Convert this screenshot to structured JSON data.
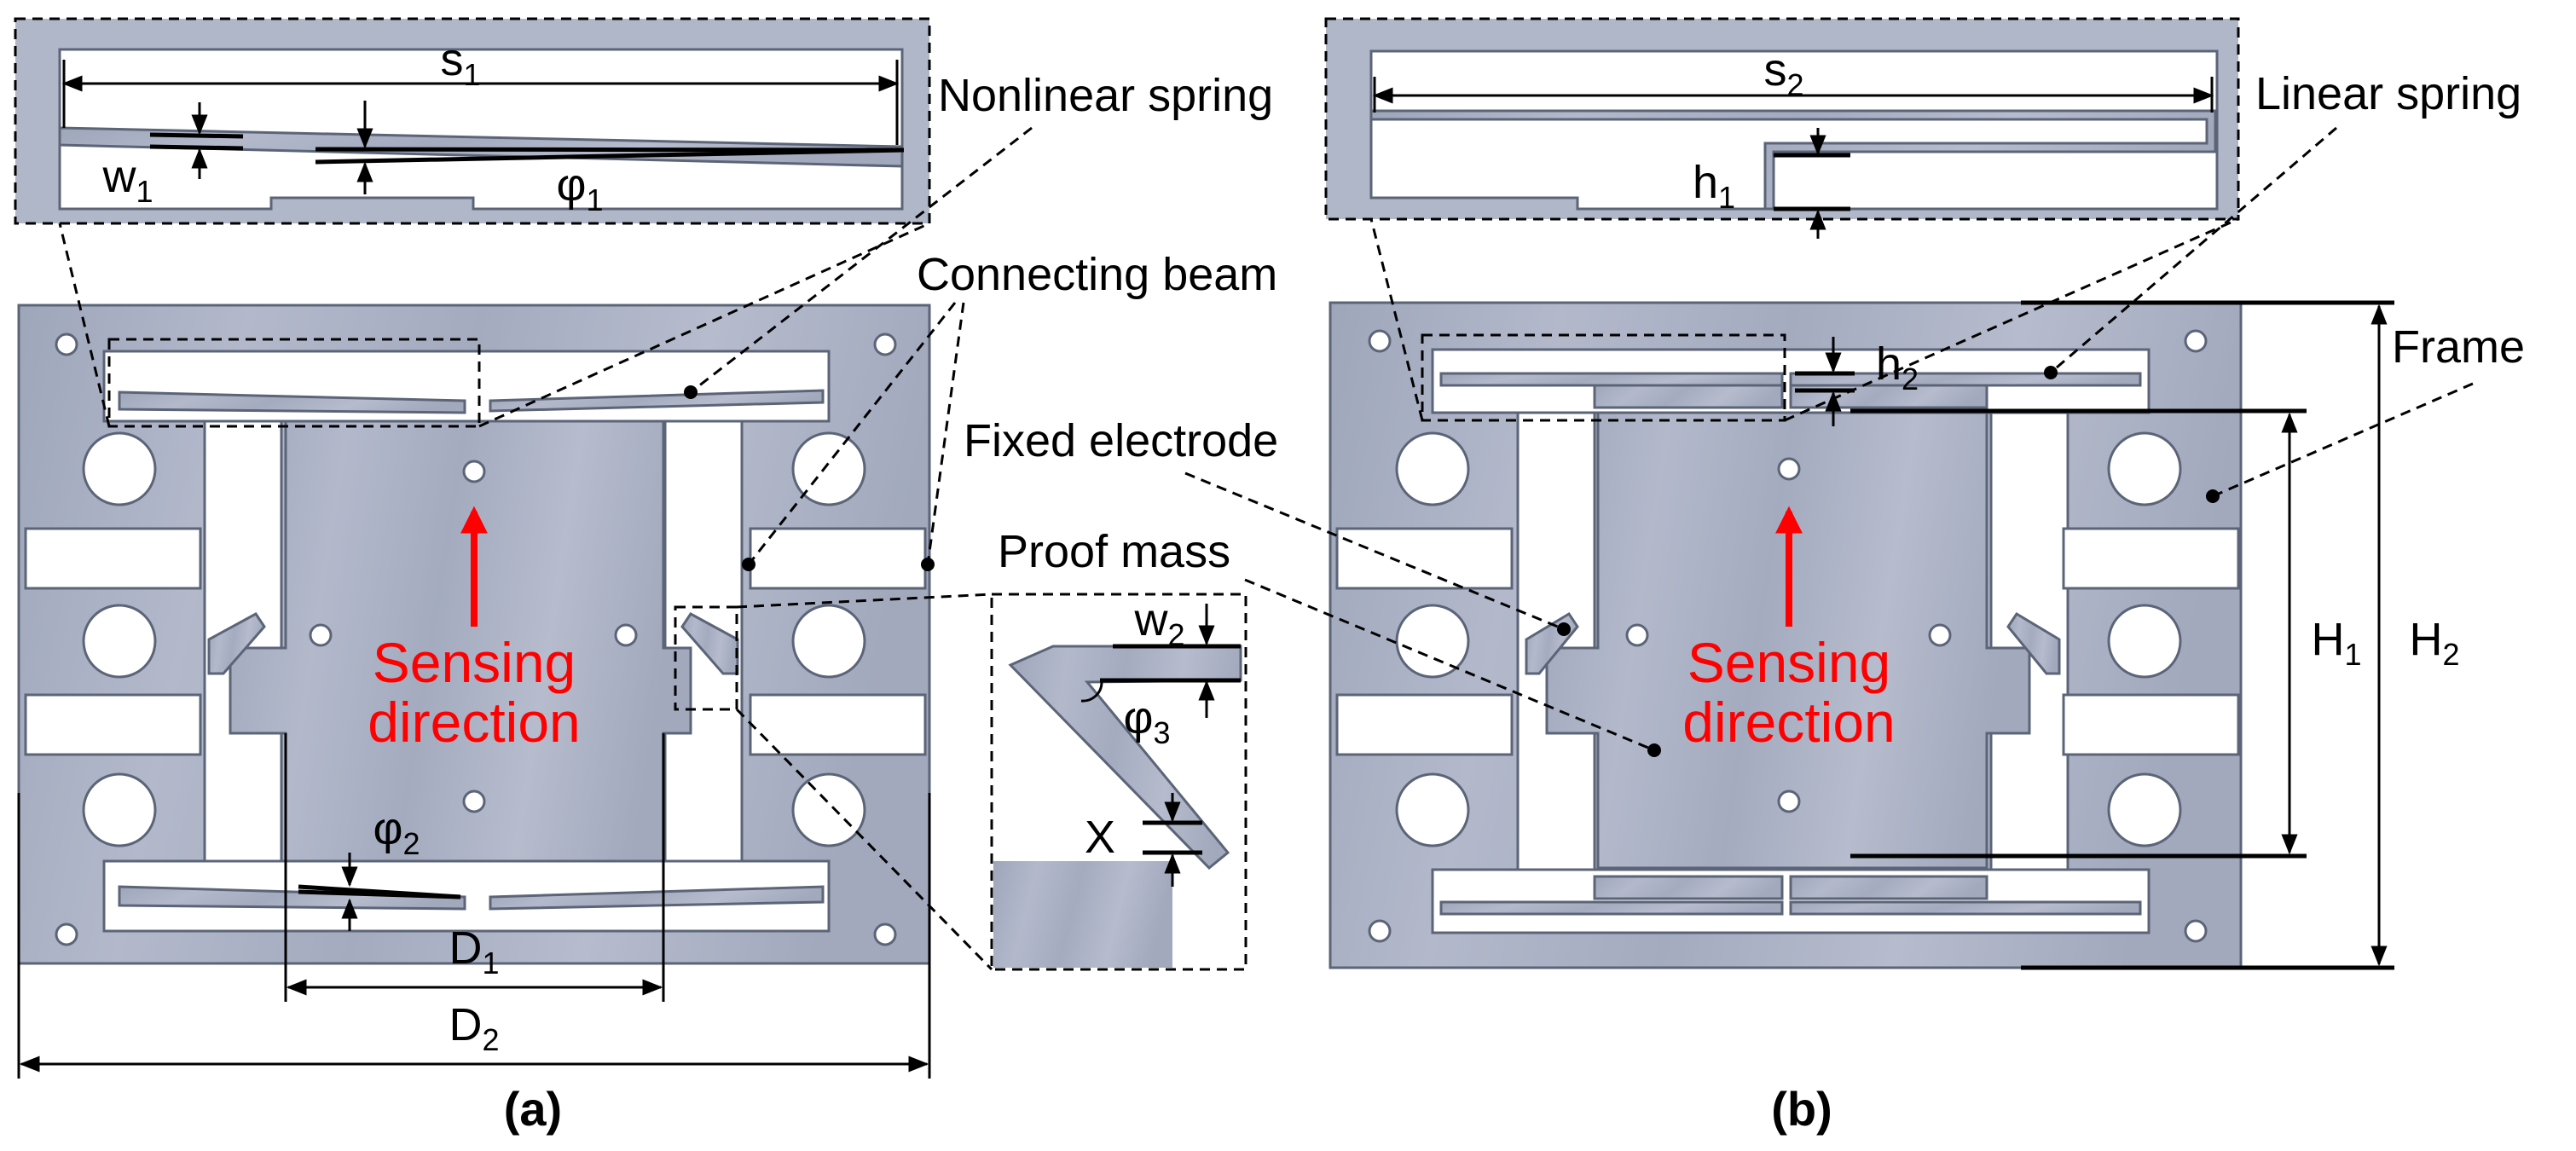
{
  "figure": {
    "caption_a": "(a)",
    "caption_b": "(b)"
  },
  "labels_a": {
    "nonlinear_spring": "Nonlinear spring",
    "connecting_beam": "Connecting beam",
    "proof_mass": "Proof mass",
    "sensing_line1": "Sensing",
    "sensing_line2": "direction",
    "s1": "s",
    "s1_sub": "1",
    "w1": "w",
    "w1_sub": "1",
    "phi1": "φ",
    "phi1_sub": "1",
    "phi2": "φ",
    "phi2_sub": "2",
    "D1": "D",
    "D1_sub": "1",
    "D2": "D",
    "D2_sub": "2",
    "w2": "w",
    "w2_sub": "2",
    "phi3": "φ",
    "phi3_sub": "3",
    "X": "X"
  },
  "labels_b": {
    "linear_spring": "Linear spring",
    "fixed_electrode": "Fixed electrode",
    "frame": "Frame",
    "sensing_line1": "Sensing",
    "sensing_line2": "direction",
    "s2": "s",
    "s2_sub": "2",
    "h1": "h",
    "h1_sub": "1",
    "h2": "h",
    "h2_sub": "2",
    "H1": "H",
    "H1_sub": "1",
    "H2": "H",
    "H2_sub": "2"
  },
  "colors": {
    "metal": "#a9b0c4",
    "outline": "#5c6478",
    "arrow": "#ff0000"
  }
}
